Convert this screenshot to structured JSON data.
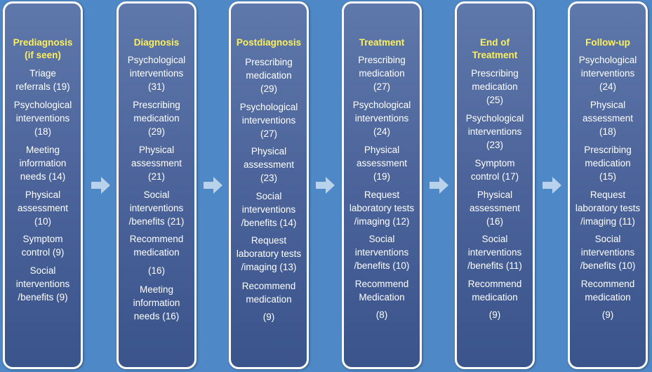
{
  "colors": {
    "background": "#4f88c6",
    "box": "#4d659b",
    "title": "#fdf05a",
    "text": "#ffffff",
    "arrow": "#b8d2ec"
  },
  "arrow_icon": "right-arrow-icon",
  "stages": [
    {
      "title": "Prediagnosis\n(if seen)",
      "items": [
        "Triage\nreferrals (19)",
        "Psychological\ninterventions\n(18)",
        "Meeting\ninformation\nneeds (14)",
        "Physical\nassessment\n(10)",
        "Symptom\ncontrol (9)",
        "Social\ninterventions\n/benefits (9)"
      ]
    },
    {
      "title": "Diagnosis",
      "items": [
        "Psychological\ninterventions\n(31)",
        "Prescribing\nmedication\n(29)",
        "Physical\nassessment\n(21)",
        "Social\ninterventions\n/benefits (21)",
        "Recommend\nmedication",
        "(16)",
        "Meeting\ninformation\nneeds (16)"
      ]
    },
    {
      "title": "Postdiagnosis",
      "items": [
        "Prescribing\nmedication\n(29)",
        "Psychological\ninterventions\n(27)",
        "Physical\nassessment\n(23)",
        "Social\ninterventions\n/benefits (14)",
        "Request\nlaboratory tests\n/imaging (13)",
        "Recommend\nmedication",
        "(9)"
      ]
    },
    {
      "title": "Treatment",
      "items": [
        "Prescribing\nmedication\n(27)",
        "Psychological\ninterventions\n(24)",
        "Physical\nassessment\n(19)",
        "Request\nlaboratory tests\n/imaging (12)",
        "Social\ninterventions\n/benefits (10)",
        "Recommend\nMedication",
        "(8)"
      ]
    },
    {
      "title": "End of\nTreatment",
      "items": [
        "Prescribing\nmedication\n(25)",
        "Psychological\ninterventions\n(23)",
        "Symptom\ncontrol (17)",
        "Physical\nassessment\n(16)",
        "Social\ninterventions\n/benefits (11)",
        "Recommend\nmedication",
        "(9)"
      ]
    },
    {
      "title": "Follow-up",
      "items": [
        "Psychological\ninterventions\n(24)",
        "Physical\nassessment\n(18)",
        "Prescribing\nmedication\n(15)",
        "Request\nlaboratory tests\n/imaging (11)",
        "Social\ninterventions\n/benefits (10)",
        "Recommend\nmedication",
        "(9)"
      ]
    }
  ]
}
